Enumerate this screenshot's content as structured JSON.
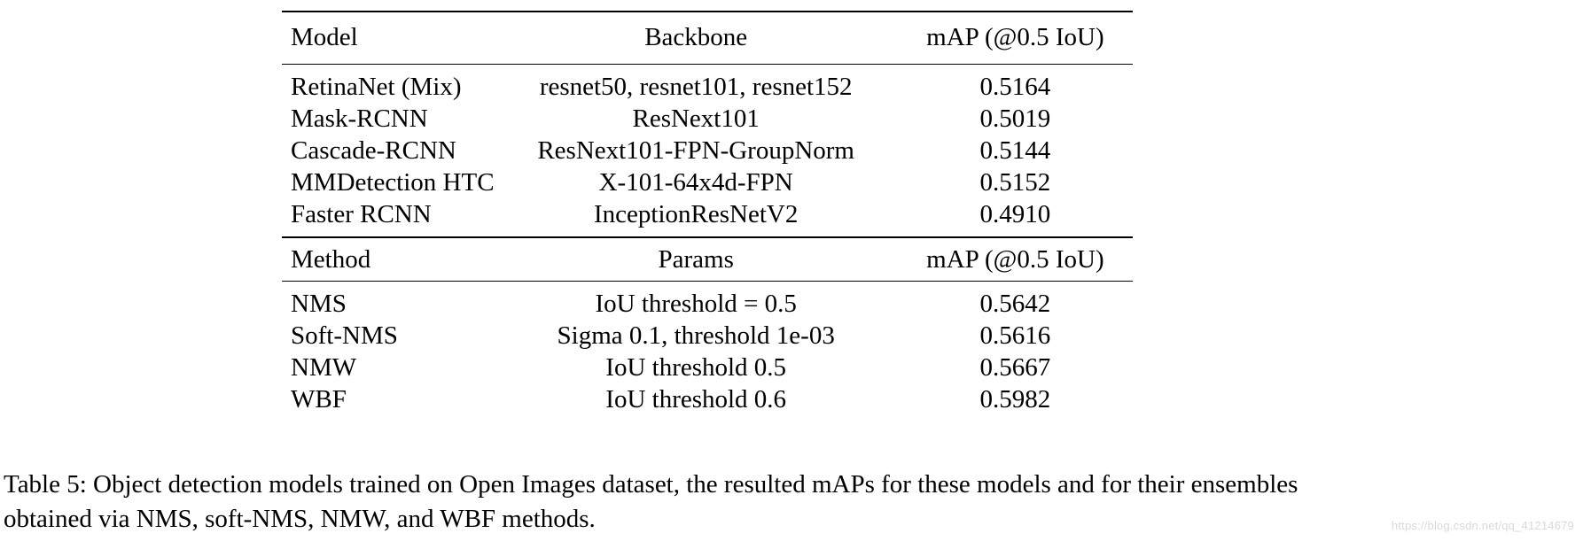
{
  "table": {
    "number": "Table 5",
    "sections": [
      {
        "id": "models",
        "header": {
          "col_a": "Model",
          "col_b": "Backbone",
          "col_c": "mAP (@0.5 IoU)"
        },
        "rows": [
          {
            "name": "RetinaNet (Mix)",
            "params": "resnet50, resnet101, resnet152",
            "map": "0.5164",
            "bold": false
          },
          {
            "name": "Mask-RCNN",
            "params": "ResNext101",
            "map": "0.5019",
            "bold": false
          },
          {
            "name": "Cascade-RCNN",
            "params": "ResNext101-FPN-GroupNorm",
            "map": "0.5144",
            "bold": false
          },
          {
            "name": "MMDetection HTC",
            "params": "X-101-64x4d-FPN",
            "map": "0.5152",
            "bold": false
          },
          {
            "name": "Faster RCNN",
            "params": "InceptionResNetV2",
            "map": "0.4910",
            "bold": false
          }
        ]
      },
      {
        "id": "methods",
        "header": {
          "col_a": "Method",
          "col_b": "Params",
          "col_c": "mAP (@0.5 IoU)"
        },
        "rows": [
          {
            "name": "NMS",
            "params": "IoU threshold = 0.5",
            "map": "0.5642",
            "bold": false
          },
          {
            "name": "Soft-NMS",
            "params": "Sigma 0.1, threshold 1e-03",
            "map": "0.5616",
            "bold": false
          },
          {
            "name": "NMW",
            "params": "IoU threshold 0.5",
            "map": "0.5667",
            "bold": false
          },
          {
            "name": "WBF",
            "params": "IoU threshold 0.6",
            "map": "0.5982",
            "bold": true
          }
        ]
      }
    ]
  },
  "caption": {
    "line1": "Table 5: Object detection models trained on Open Images dataset, the resulted mAPs for these models and for their ensembles",
    "line2": "obtained via NMS, soft-NMS, NMW, and WBF methods.",
    "full": "Table 5: Object detection models trained on Open Images dataset, the resulted mAPs for these models and for their ensembles obtained via NMS, soft-NMS, NMW, and WBF methods."
  },
  "watermark": {
    "text": "https://blog.csdn.net/qq_41214679"
  },
  "colors": {
    "background": "#ffffff",
    "text": "#000000",
    "rule": "#000000",
    "watermark": "#d9d9d9"
  }
}
